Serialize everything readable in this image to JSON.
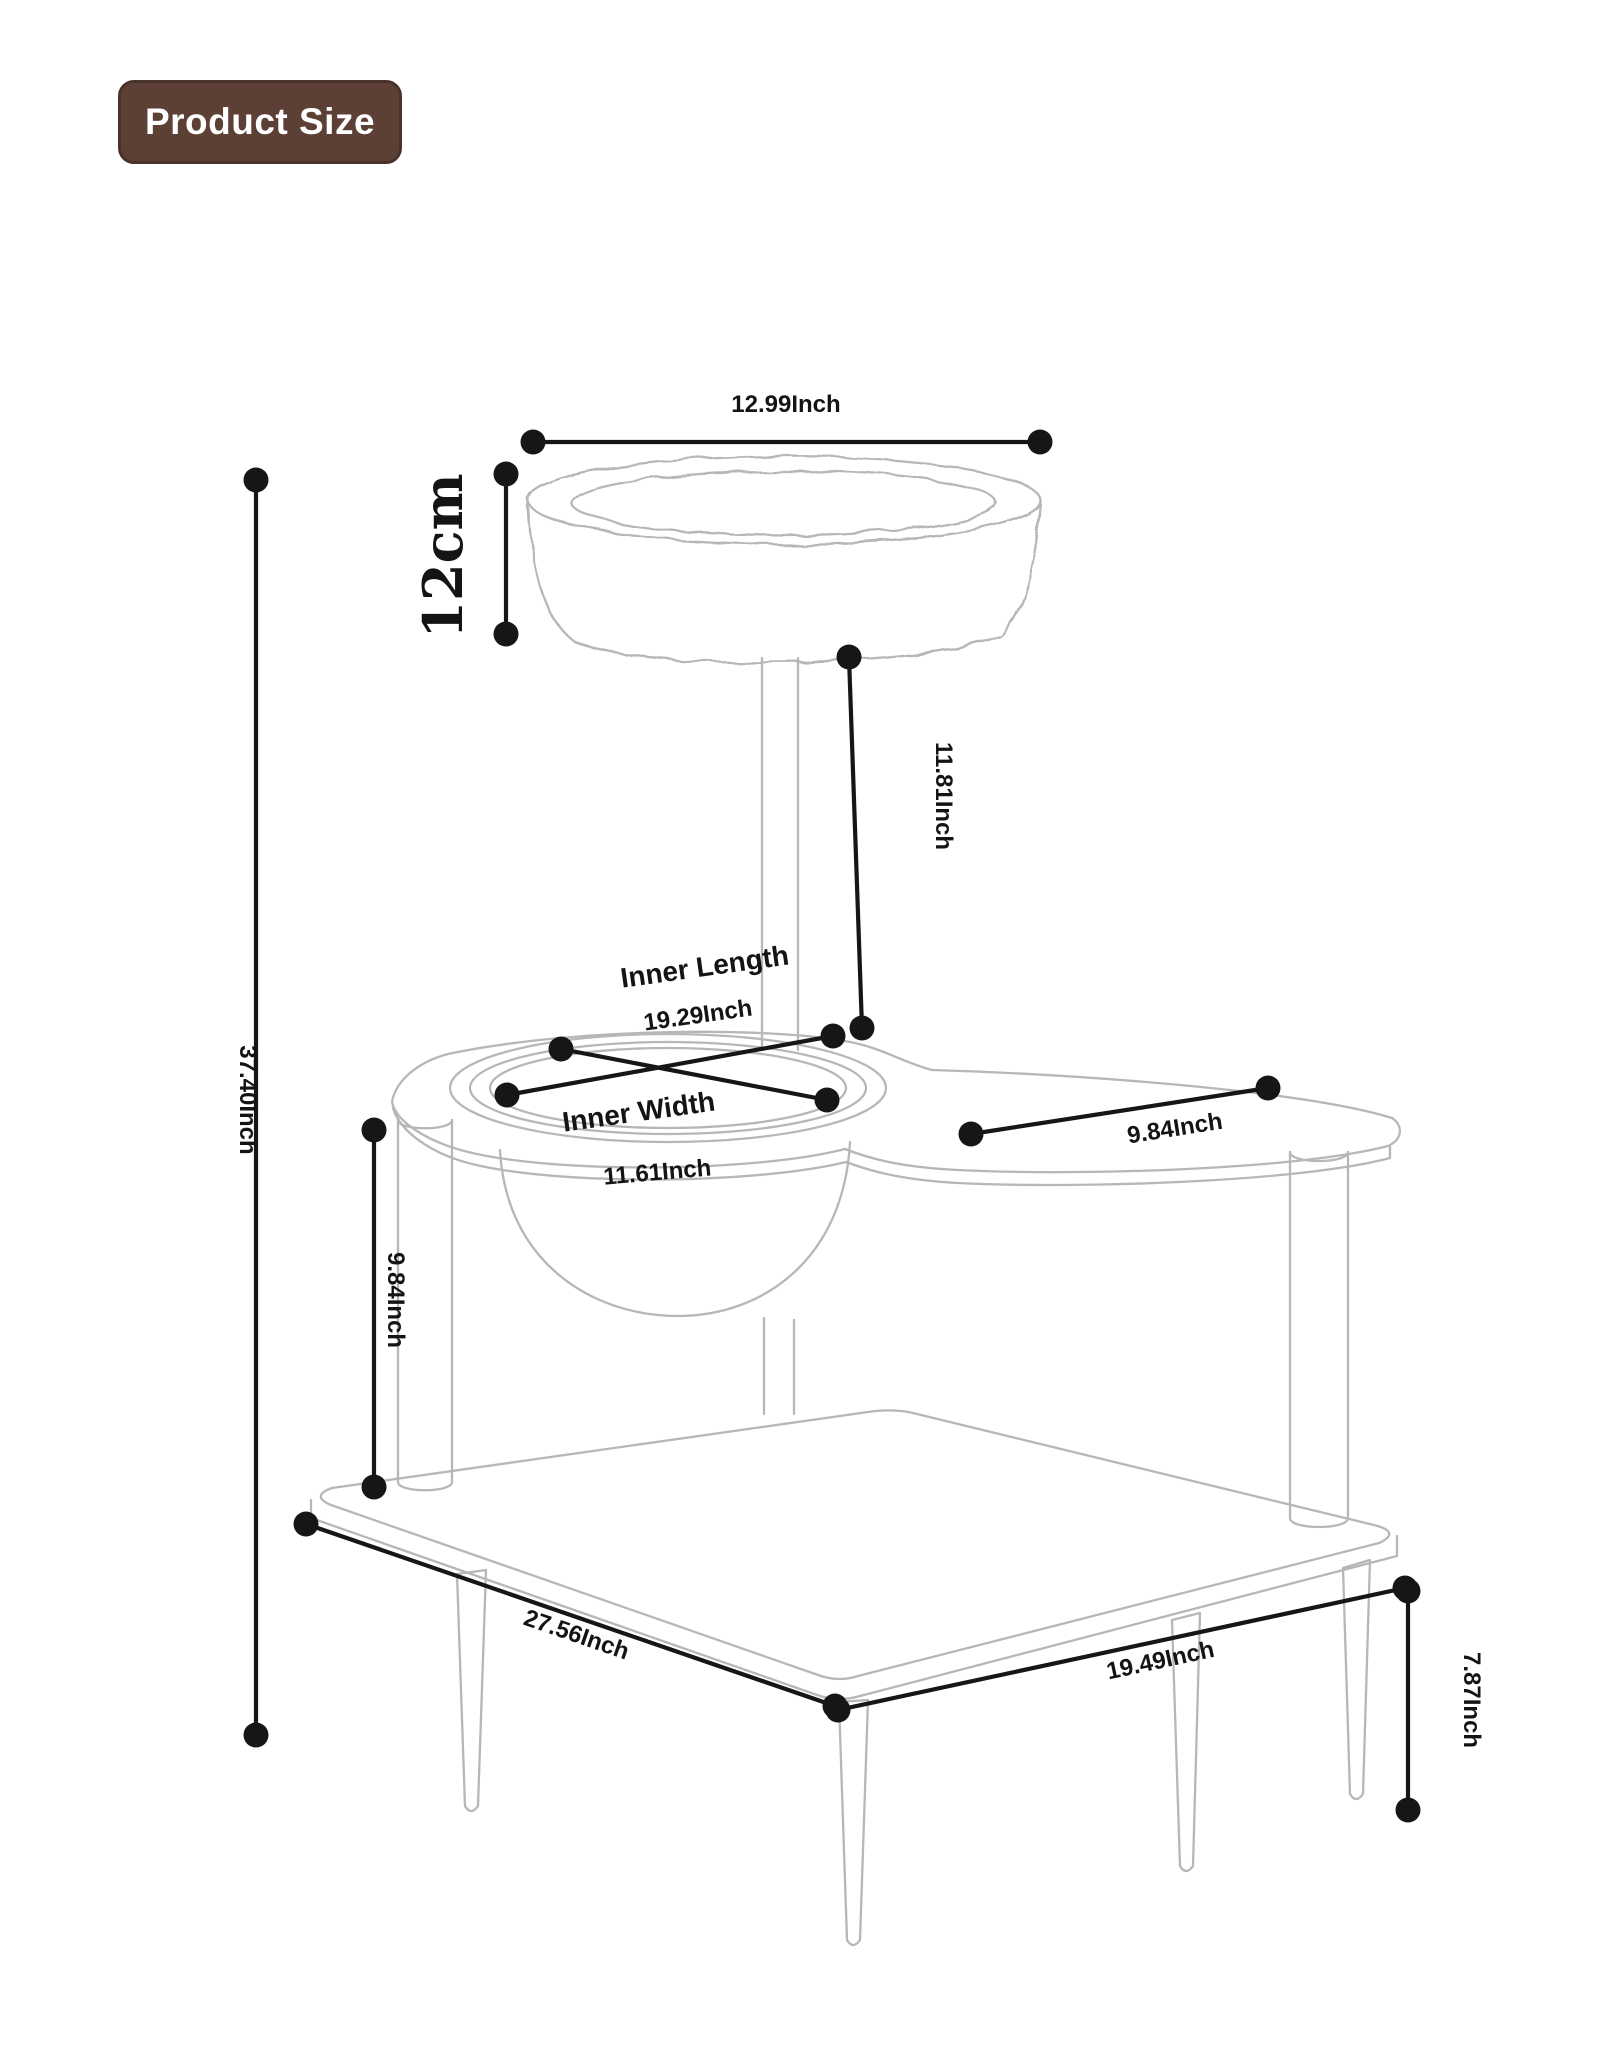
{
  "page": {
    "background": "#ffffff"
  },
  "badge": {
    "label": "Product Size",
    "bg_color": "#5c4036",
    "text_color": "#ffffff"
  },
  "diagram": {
    "line_color": "#b7b7b7",
    "dim_color": "#161616",
    "labels": {
      "top_width": "12.99Inch",
      "basket_height": "12cm",
      "pole_height": "11.81Inch",
      "inner_length_title": "Inner Length",
      "inner_length_value": "19.29Inch",
      "inner_width_title": "Inner Width",
      "inner_width_value": "11.61Inch",
      "right_platform_width": "9.84Inch",
      "left_mid_height": "9.84Inch",
      "total_height": "37.40Inch",
      "base_length": "27.56Inch",
      "base_width": "19.49Inch",
      "leg_height": "7.87Inch"
    }
  }
}
